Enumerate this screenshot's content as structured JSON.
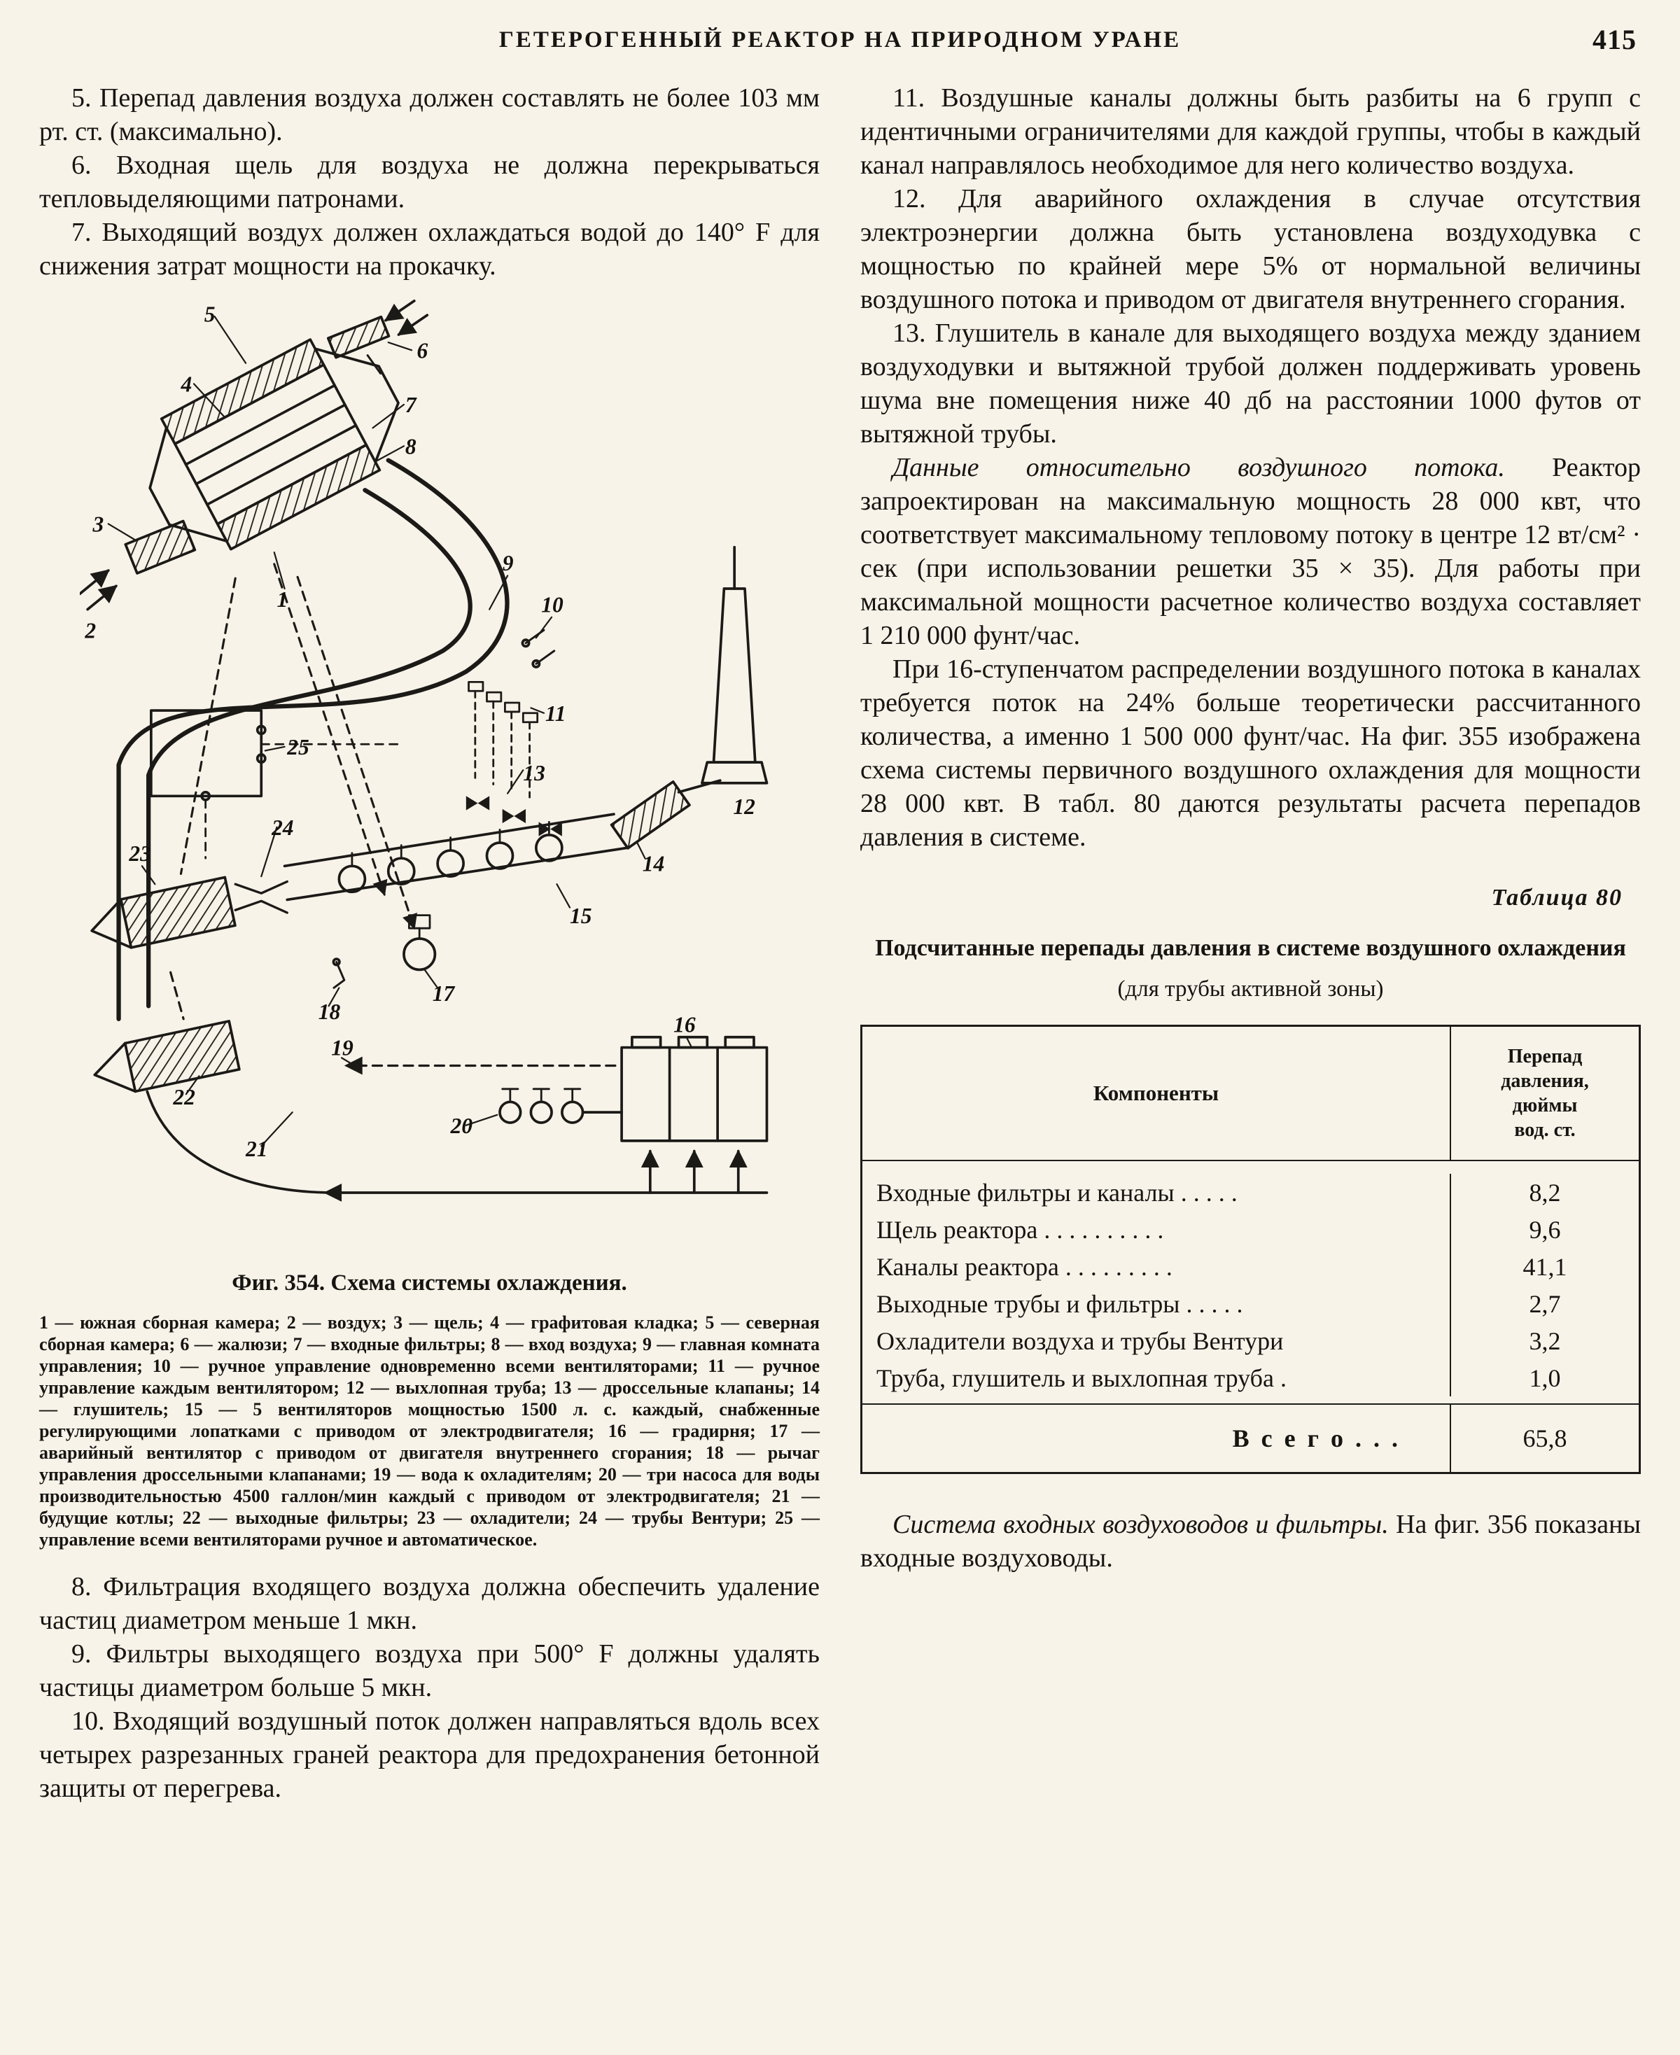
{
  "header": {
    "title": "ГЕТЕРОГЕННЫЙ РЕАКТОР НА ПРИРОДНОМ УРАНЕ",
    "page_number": "415"
  },
  "left": {
    "para5": "5. Перепад давления воздуха должен составлять не более 103 мм рт. ст. (максимально).",
    "para6": "6. Входная щель для воздуха не должна перекрываться тепловыделяющими патронами.",
    "para7": "7. Выходящий воздух должен охлаждаться водой до 140° F для снижения затрат мощности на прокачку.",
    "para8": "8. Фильтрация входящего воздуха должна обеспечить удаление частиц диаметром меньше 1 мкн.",
    "para9": "9. Фильтры выходящего воздуха при 500° F должны удалять частицы диаметром больше 5 мкн.",
    "para10": "10. Входящий воздушный поток должен направляться вдоль всех четырех разрезанных граней реактора для предохранения бетонной защиты от перегрева."
  },
  "figure": {
    "caption": "Фиг. 354. Схема системы охлаждения.",
    "legend": "1 — южная сборная камера; 2 — воздух; 3 — щель; 4 — графитовая кладка; 5 — северная сборная камера; 6 — жалюзи; 7 — входные фильтры; 8 — вход воздуха; 9 — главная комната управления; 10 — ручное управление одновременно всеми вентиляторами; 11 — ручное управление каждым вентилятором; 12 — выхлопная труба; 13 — дроссельные клапаны; 14 — глушитель; 15 — 5 вентиляторов мощностью 1500 л. с. каждый, снабженные регулирующими лопатками с приводом от электродвигателя; 16 — градирня; 17 — аварийный вентилятор с приводом от двигателя внутреннего сгорания; 18 — рычаг управления дроссельными клапанами; 19 — вода к охладителям; 20 — три насоса для воды производительностью 4500 галлон/мин каждый с приводом от электродвигателя; 21 — будущие котлы; 22 — выходные фильтры; 23 — охладители; 24 — трубы Вентури; 25 — управление всеми вентиляторами ручное и автоматическое.",
    "labels": [
      "1",
      "2",
      "3",
      "4",
      "5",
      "6",
      "7",
      "8",
      "9",
      "10",
      "11",
      "12",
      "13",
      "14",
      "15",
      "16",
      "17",
      "18",
      "19",
      "20",
      "21",
      "22",
      "23",
      "24",
      "25"
    ]
  },
  "right": {
    "para11": "11. Воздушные каналы должны быть разбиты на 6 групп с идентичными ограничителями для каждой группы, чтобы в каждый канал направлялось необходимое для него количество воздуха.",
    "para12": "12. Для аварийного охлаждения в случае отсутствия электроэнергии должна быть установлена воздуходувка с мощностью по крайней мере 5% от нормальной величины воздушного потока и приводом от двигателя внутреннего сгорания.",
    "para13": "13. Глушитель в канале для выходящего воздуха между зданием воздуходувки и вытяжной трубой должен поддерживать уровень шума вне помещения ниже 40 дб на расстоянии 1000 футов от вытяжной трубы.",
    "airflow_lead": "Данные относительно воздушного потока.",
    "airflow_text": "Реактор запроектирован на максимальную мощность 28 000 квт, что соответствует максимальному тепловому потоку в центре 12 вт/см² · сек (при использовании решетки 35 × 35). Для работы при максимальной мощности расчетное количество воздуха составляет 1 210 000 фунт/час.",
    "para16": "При 16-ступенчатом распределении воздушного потока в каналах требуется поток на 24% больше теоретически рассчитанного количества, а именно 1 500 000 фунт/час. На фиг. 355 изображена схема системы первичного воздушного охлаждения для мощности 28 000 квт. В табл. 80 даются результаты расчета перепадов давления в системе.",
    "final_lead": "Система входных воздуховодов и фильтры.",
    "final_text": "На фиг. 356 показаны входные воздуховоды."
  },
  "table": {
    "tag": "Таблица 80",
    "title": "Подсчитанные перепады давления в системе воздушного охлаждения",
    "subtitle": "(для трубы активной зоны)",
    "col1_header": "Компоненты",
    "col2_header": "Перепад\nдавления,\nдюймы\nвод. ст.",
    "rows": [
      {
        "name": "Входные фильтры и каналы . . . . .",
        "value": "8,2"
      },
      {
        "name": "Щель реактора . . . . . . . . . .",
        "value": "9,6"
      },
      {
        "name": "Каналы реактора . . . . . . . . .",
        "value": "41,1"
      },
      {
        "name": "Выходные трубы и фильтры . . . . .",
        "value": "2,7"
      },
      {
        "name": "Охладители воздуха и трубы Вентури",
        "value": "3,2"
      },
      {
        "name": "Труба, глушитель и выхлопная труба .",
        "value": "1,0"
      }
    ],
    "total_label": "В с е г о . . .",
    "total_value": "65,8"
  }
}
